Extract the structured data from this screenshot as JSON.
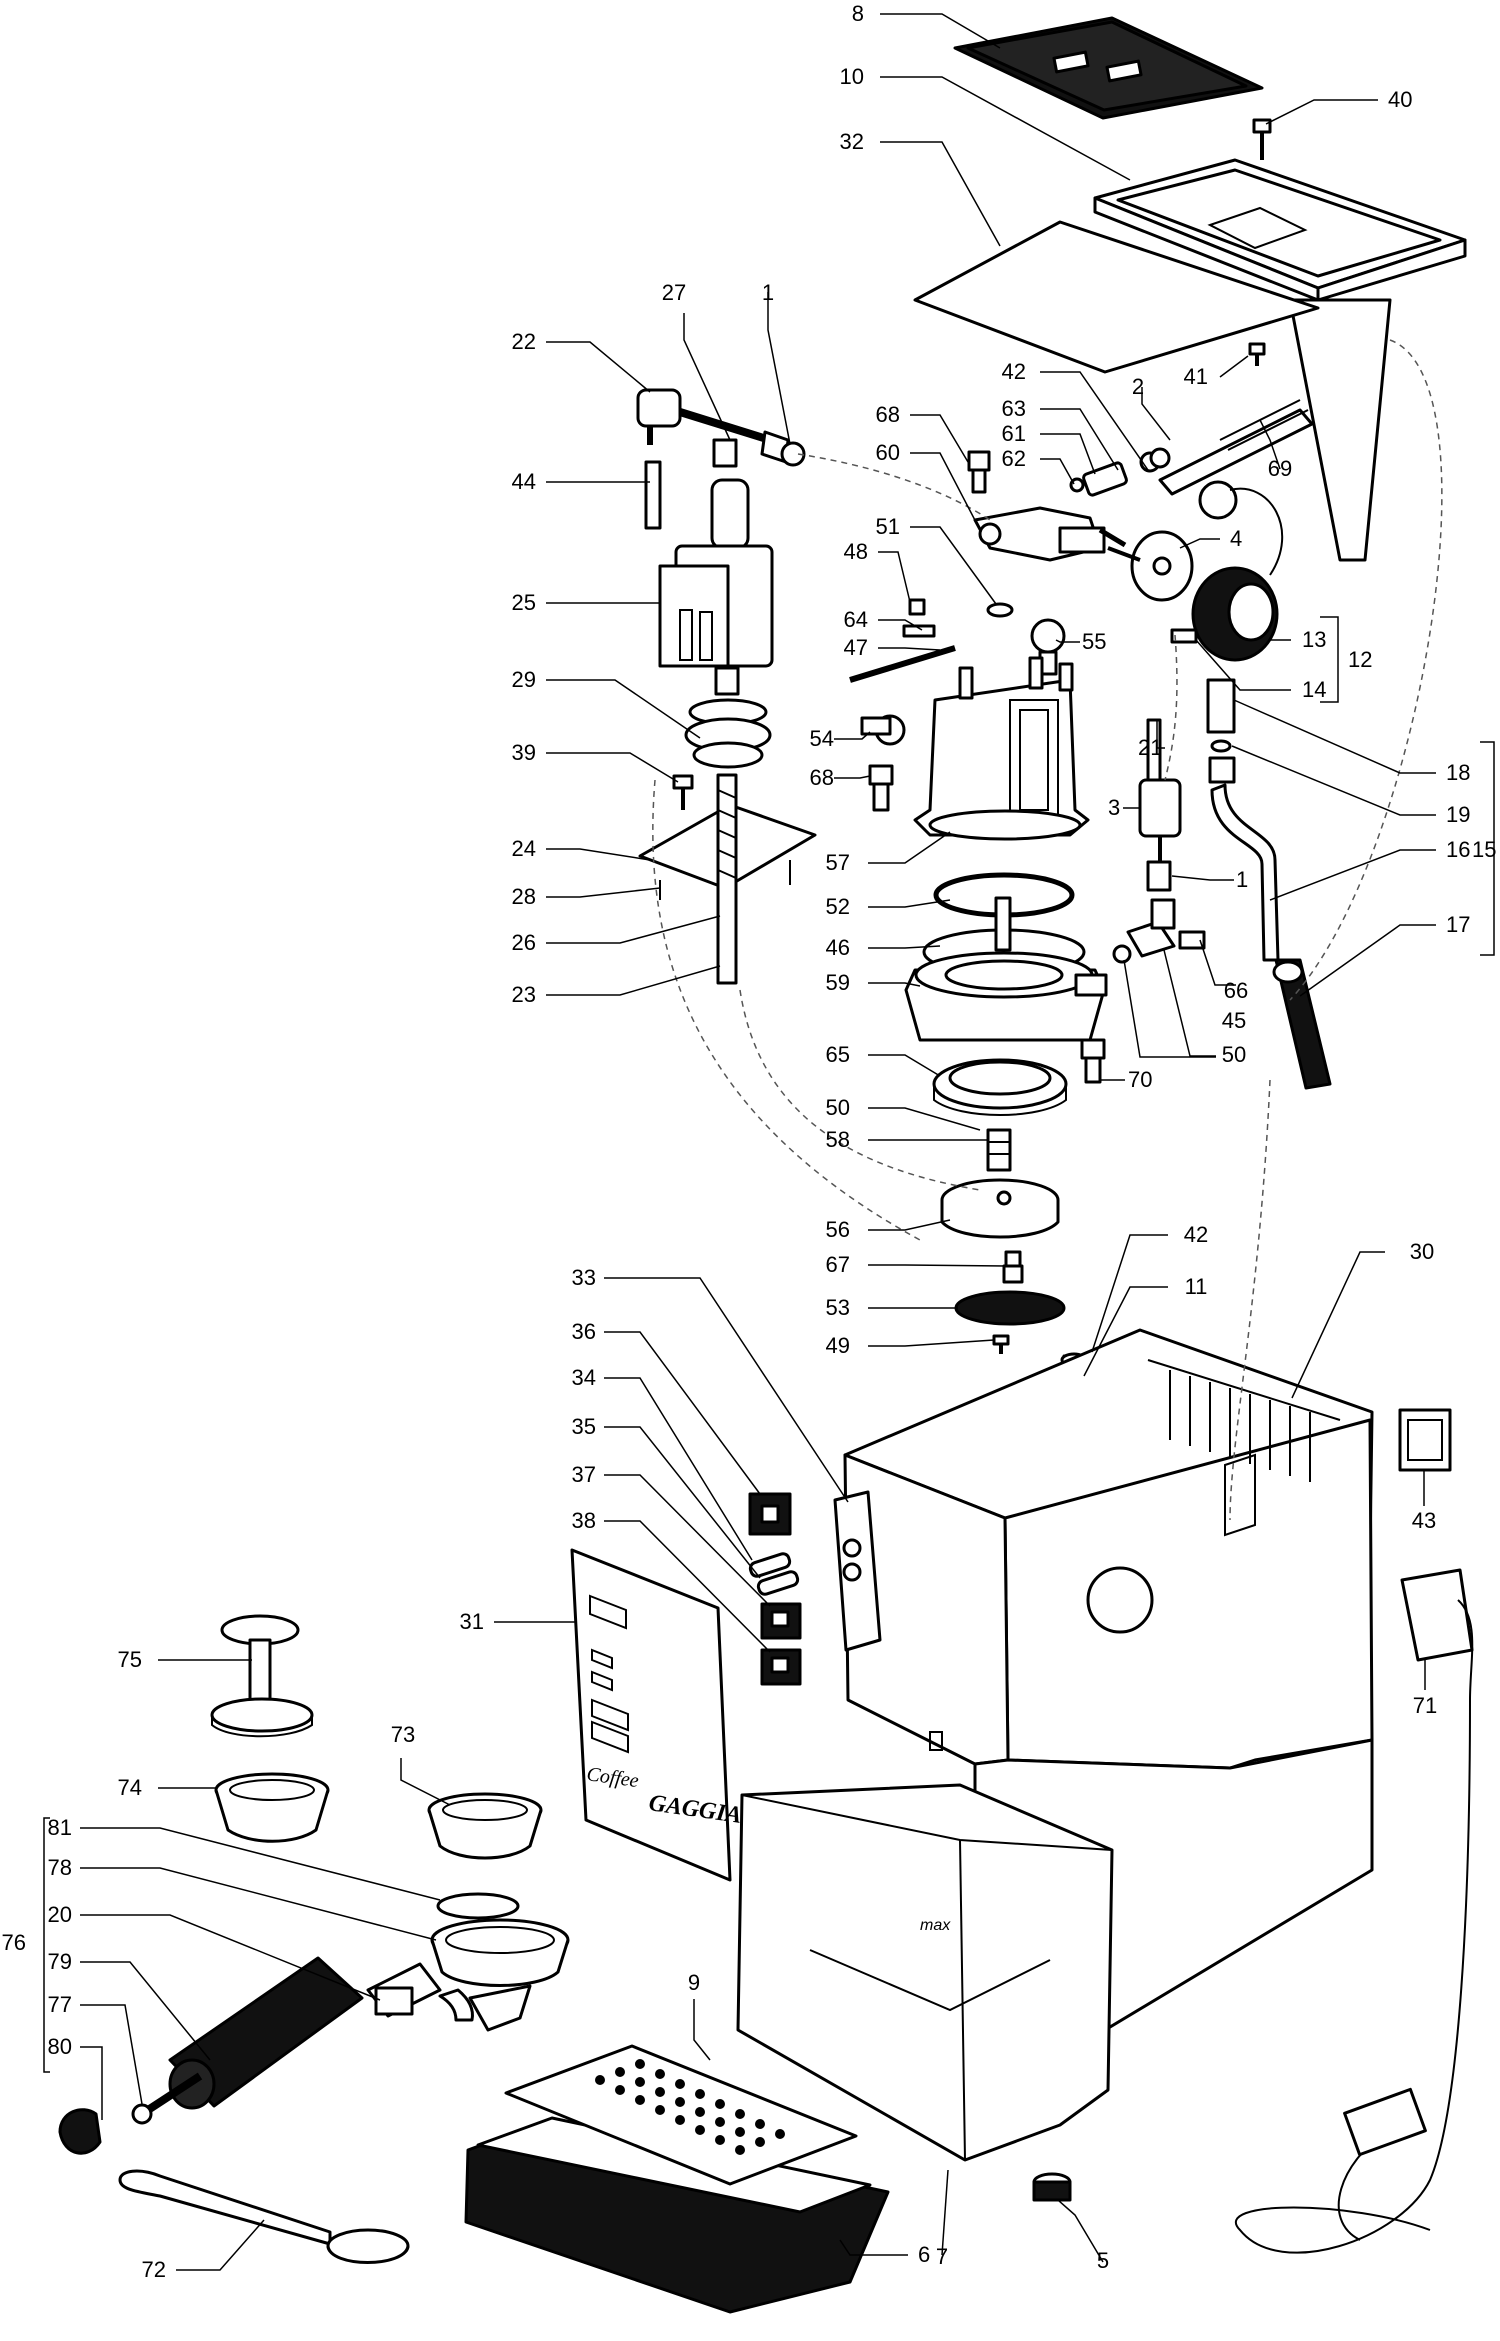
{
  "diagram": {
    "type": "exploded-parts-view",
    "brand_text": [
      "Coffee",
      "GAGGIA"
    ],
    "tank_marking": "max",
    "callouts": [
      {
        "id": "c-8",
        "text": "8"
      },
      {
        "id": "c-10",
        "text": "10"
      },
      {
        "id": "c-32",
        "text": "32"
      },
      {
        "id": "c-40",
        "text": "40"
      },
      {
        "id": "c-41",
        "text": "41"
      },
      {
        "id": "c-27",
        "text": "27"
      },
      {
        "id": "c-1a",
        "text": "1"
      },
      {
        "id": "c-22",
        "text": "22"
      },
      {
        "id": "c-44",
        "text": "44"
      },
      {
        "id": "c-25",
        "text": "25"
      },
      {
        "id": "c-29",
        "text": "29"
      },
      {
        "id": "c-39",
        "text": "39"
      },
      {
        "id": "c-24",
        "text": "24"
      },
      {
        "id": "c-28",
        "text": "28"
      },
      {
        "id": "c-26",
        "text": "26"
      },
      {
        "id": "c-23",
        "text": "23"
      },
      {
        "id": "c-68a",
        "text": "68"
      },
      {
        "id": "c-60",
        "text": "60"
      },
      {
        "id": "c-51",
        "text": "51"
      },
      {
        "id": "c-48",
        "text": "48"
      },
      {
        "id": "c-64",
        "text": "64"
      },
      {
        "id": "c-47",
        "text": "47"
      },
      {
        "id": "c-54",
        "text": "54"
      },
      {
        "id": "c-68b",
        "text": "68"
      },
      {
        "id": "c-57",
        "text": "57"
      },
      {
        "id": "c-52",
        "text": "52"
      },
      {
        "id": "c-46",
        "text": "46"
      },
      {
        "id": "c-59",
        "text": "59"
      },
      {
        "id": "c-65",
        "text": "65"
      },
      {
        "id": "c-50a",
        "text": "50"
      },
      {
        "id": "c-58",
        "text": "58"
      },
      {
        "id": "c-56",
        "text": "56"
      },
      {
        "id": "c-67",
        "text": "67"
      },
      {
        "id": "c-53",
        "text": "53"
      },
      {
        "id": "c-49",
        "text": "49"
      },
      {
        "id": "c-42a",
        "text": "42"
      },
      {
        "id": "c-63",
        "text": "63"
      },
      {
        "id": "c-61",
        "text": "61"
      },
      {
        "id": "c-62",
        "text": "62"
      },
      {
        "id": "c-2",
        "text": "2"
      },
      {
        "id": "c-69",
        "text": "69"
      },
      {
        "id": "c-4",
        "text": "4"
      },
      {
        "id": "c-55",
        "text": "55"
      },
      {
        "id": "c-13",
        "text": "13"
      },
      {
        "id": "c-12",
        "text": "12"
      },
      {
        "id": "c-14",
        "text": "14"
      },
      {
        "id": "c-21",
        "text": "21"
      },
      {
        "id": "c-3",
        "text": "3"
      },
      {
        "id": "c-18",
        "text": "18"
      },
      {
        "id": "c-19",
        "text": "19"
      },
      {
        "id": "c-1b",
        "text": "1"
      },
      {
        "id": "c-16",
        "text": "16"
      },
      {
        "id": "c-15",
        "text": "15"
      },
      {
        "id": "c-17",
        "text": "17"
      },
      {
        "id": "c-66",
        "text": "66"
      },
      {
        "id": "c-45",
        "text": "45"
      },
      {
        "id": "c-50b",
        "text": "50"
      },
      {
        "id": "c-70",
        "text": "70"
      },
      {
        "id": "c-42b",
        "text": "42"
      },
      {
        "id": "c-11",
        "text": "11"
      },
      {
        "id": "c-30",
        "text": "30"
      },
      {
        "id": "c-33",
        "text": "33"
      },
      {
        "id": "c-36",
        "text": "36"
      },
      {
        "id": "c-34",
        "text": "34"
      },
      {
        "id": "c-35",
        "text": "35"
      },
      {
        "id": "c-37",
        "text": "37"
      },
      {
        "id": "c-38",
        "text": "38"
      },
      {
        "id": "c-31",
        "text": "31"
      },
      {
        "id": "c-43",
        "text": "43"
      },
      {
        "id": "c-71",
        "text": "71"
      },
      {
        "id": "c-75",
        "text": "75"
      },
      {
        "id": "c-73",
        "text": "73"
      },
      {
        "id": "c-74",
        "text": "74"
      },
      {
        "id": "c-81",
        "text": "81"
      },
      {
        "id": "c-78",
        "text": "78"
      },
      {
        "id": "c-20",
        "text": "20"
      },
      {
        "id": "c-76",
        "text": "76"
      },
      {
        "id": "c-79",
        "text": "79"
      },
      {
        "id": "c-77",
        "text": "77"
      },
      {
        "id": "c-80",
        "text": "80"
      },
      {
        "id": "c-9",
        "text": "9"
      },
      {
        "id": "c-72",
        "text": "72"
      },
      {
        "id": "c-6",
        "text": "6"
      },
      {
        "id": "c-7",
        "text": "7"
      },
      {
        "id": "c-5",
        "text": "5"
      }
    ]
  }
}
